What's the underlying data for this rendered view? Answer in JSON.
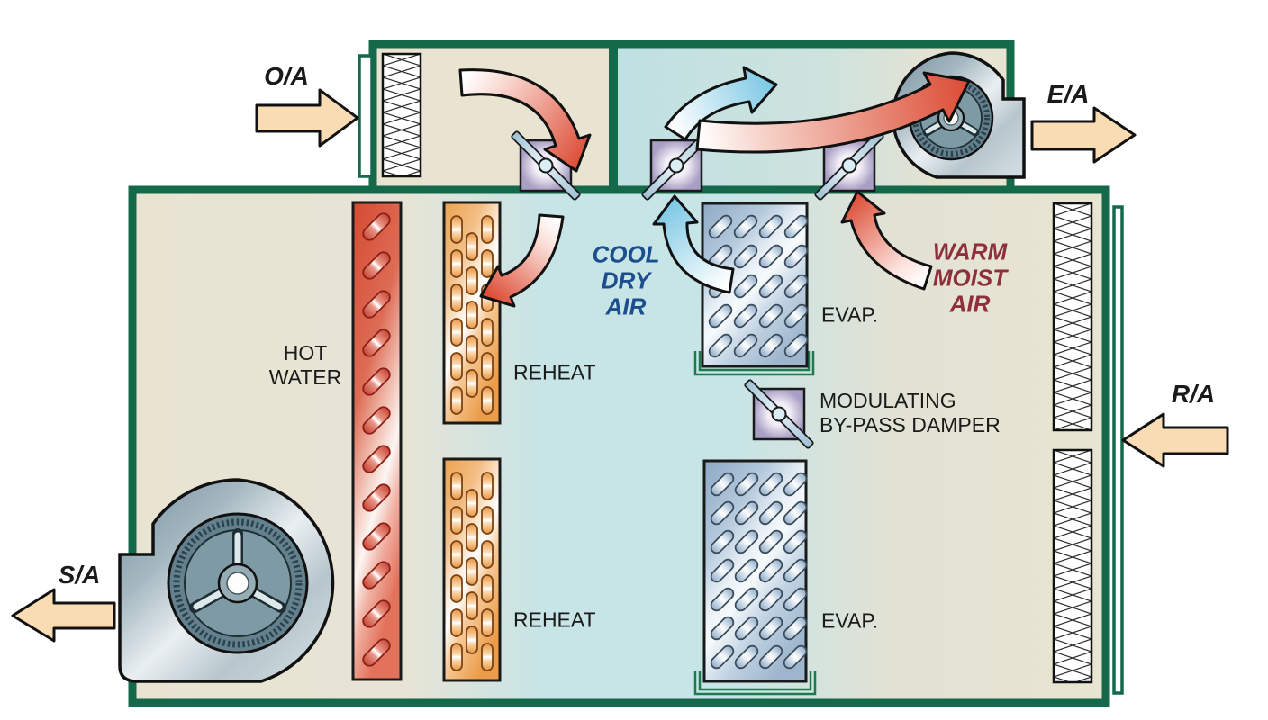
{
  "flow_labels": {
    "outside_air": "O/A",
    "exhaust_air": "E/A",
    "return_air": "R/A",
    "supply_air": "S/A"
  },
  "component_labels": {
    "hot_water_line1": "HOT",
    "hot_water_line2": "WATER",
    "reheat_top": "REHEAT",
    "reheat_bottom": "REHEAT",
    "evap_top": "EVAP.",
    "evap_bottom": "EVAP.",
    "modulating_damper_line1": "MODULATING",
    "modulating_damper_line2": "BY-PASS DAMPER"
  },
  "air_state_labels": {
    "cool_line1": "COOL",
    "cool_line2": "DRY",
    "cool_line3": "AIR",
    "warm_line1": "WARM",
    "warm_line2": "MOIST",
    "warm_line3": "AIR"
  },
  "colors": {
    "cabinet_green": "#14694a",
    "interior_beige": "#e9e4d2",
    "interior_blue": "#c3e2e5",
    "block_arrow_fill": "#f9dcb4",
    "hot_red": "#d95540",
    "reheat_orange": "#eda34f",
    "evap_blue": "#9db6cd",
    "damper_lavender": "#a89fc4",
    "cool_text": "#1c4e8d",
    "warm_text": "#8e2f3b",
    "fan_steel": "#7e9aa4"
  }
}
